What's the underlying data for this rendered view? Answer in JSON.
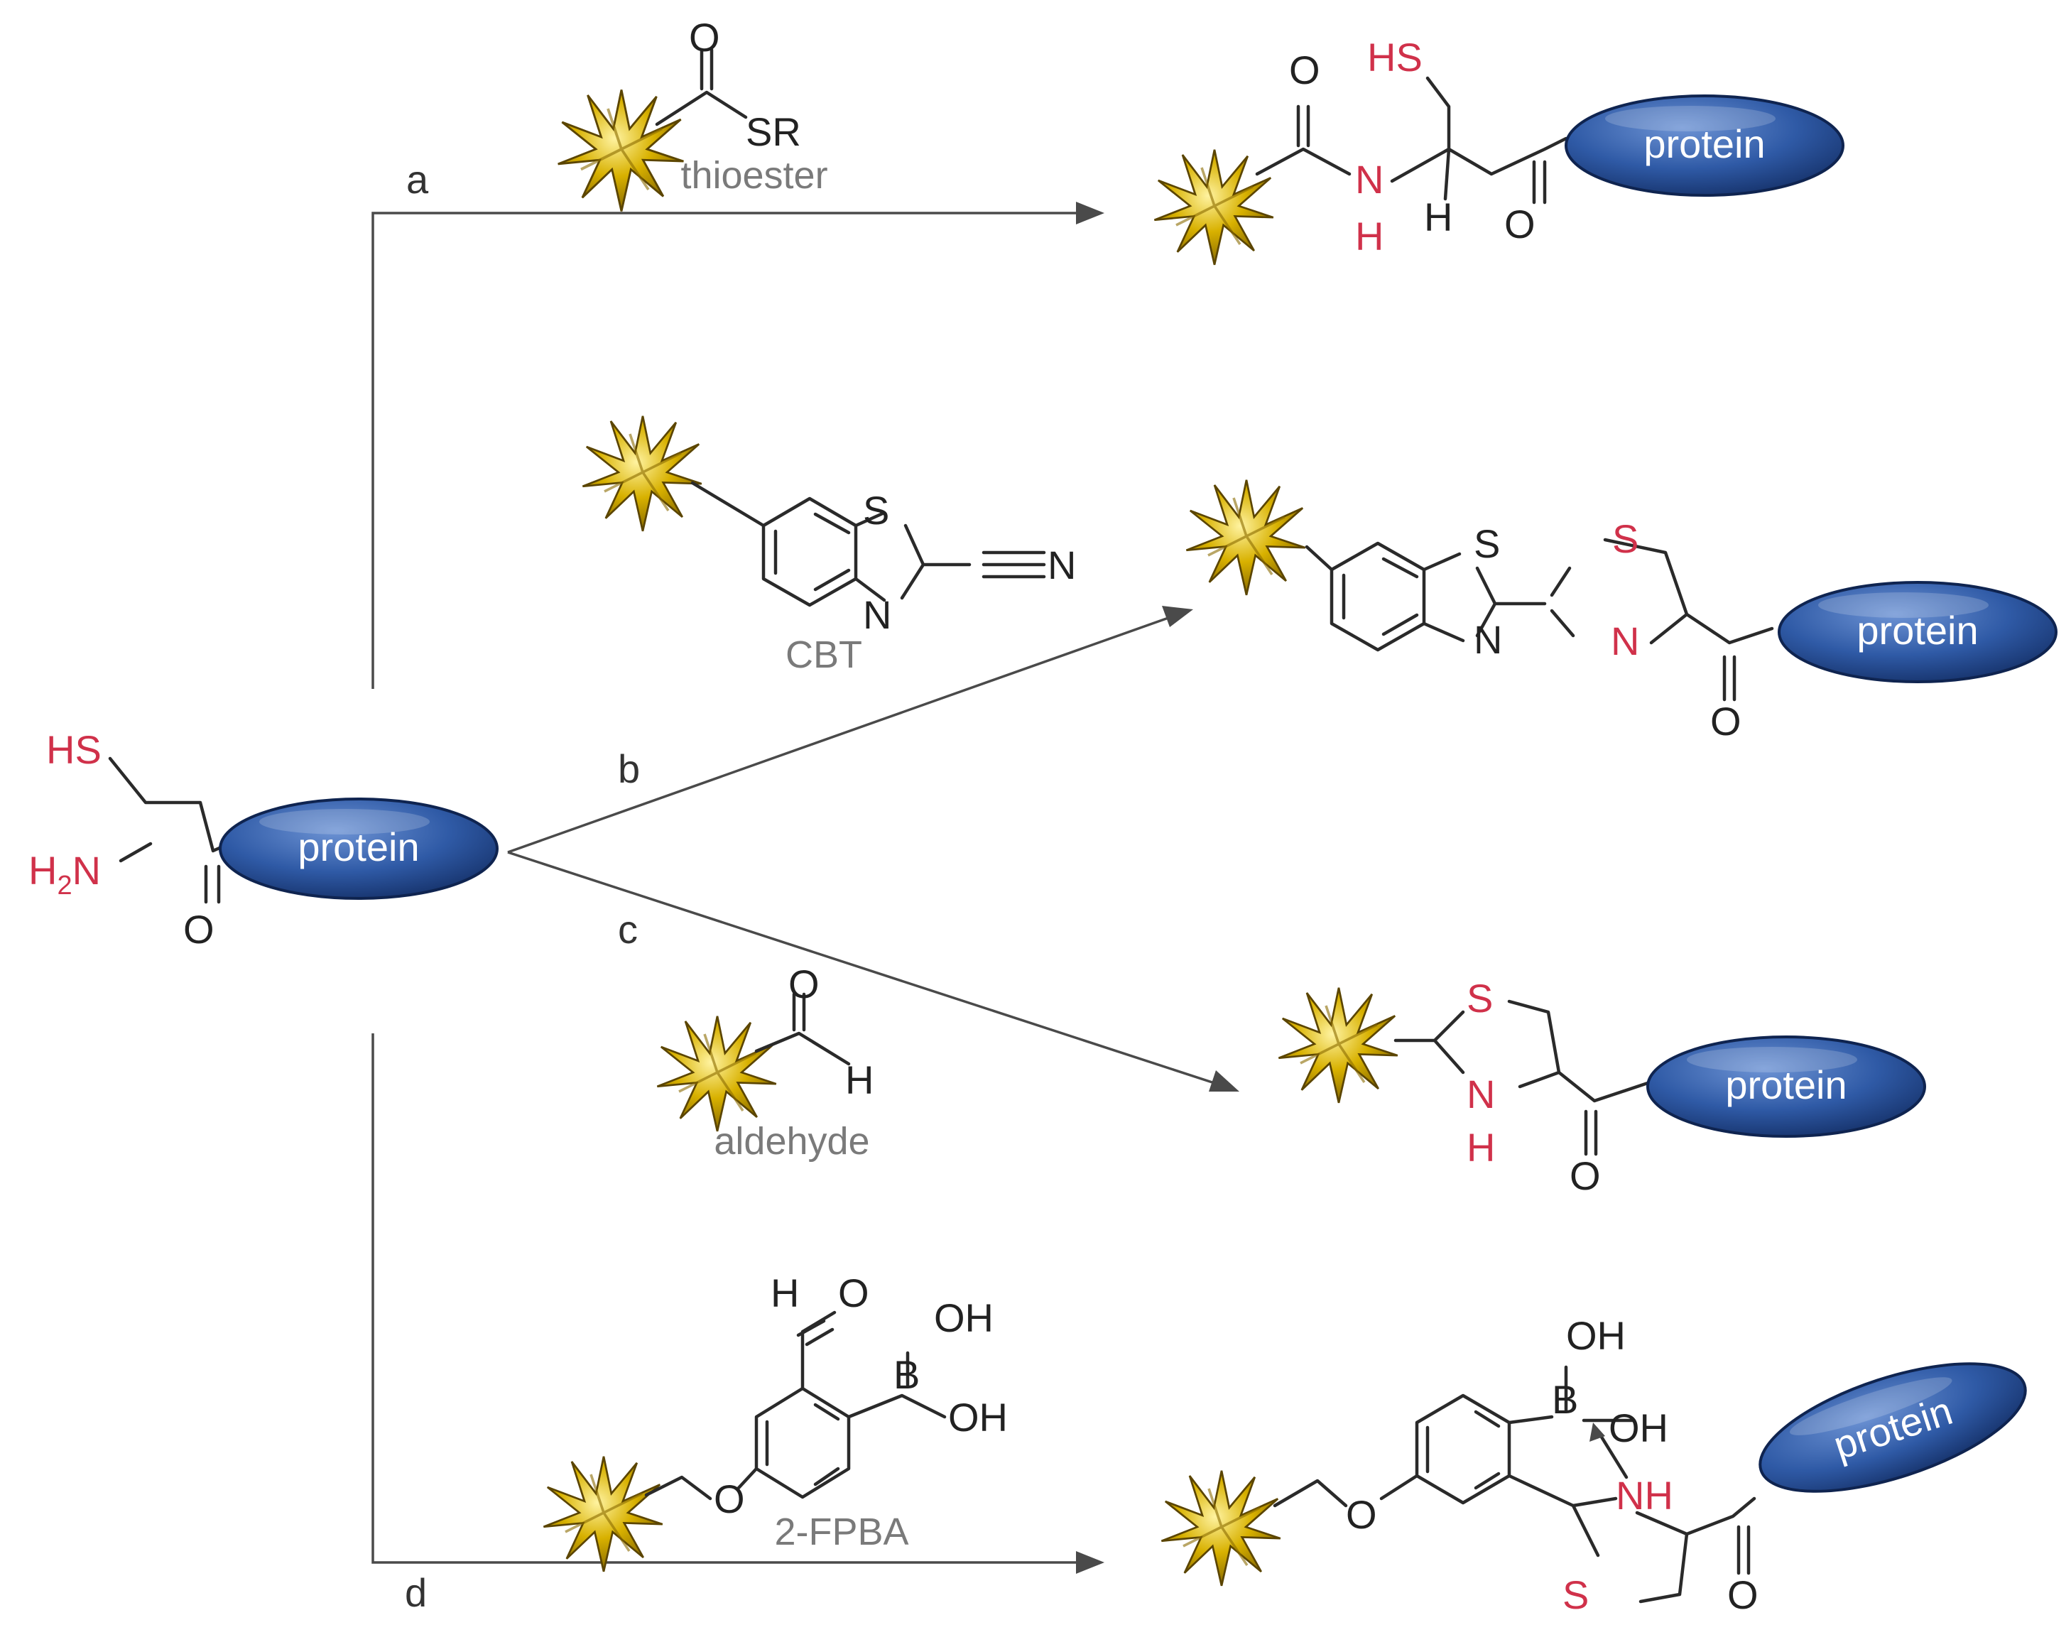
{
  "colors": {
    "heteroatom": "#d0314a",
    "protein_fill": "#2f5aa6",
    "star_fill": "#d8b100",
    "arrow": "#4a4a4a"
  },
  "protein_label": "protein",
  "start": {
    "hs": "HS",
    "h": "H",
    "two": "2",
    "n": "N",
    "o": "O"
  },
  "reactions": {
    "a": {
      "step": "a",
      "reagent": {
        "o": "O",
        "sr": "SR",
        "caption": "thioester"
      },
      "product": {
        "o_top": "O",
        "hs": "HS",
        "n": "N",
        "h_n": "H",
        "h_c": "H",
        "o_bottom": "O"
      }
    },
    "b": {
      "step": "b",
      "reagent": {
        "s": "S",
        "n_ring": "N",
        "n_nitrile": "N",
        "caption": "CBT"
      },
      "product": {
        "s1": "S",
        "n1": "N",
        "s2": "S",
        "n2": "N",
        "o": "O"
      }
    },
    "c": {
      "step": "c",
      "reagent": {
        "o": "O",
        "h": "H",
        "caption": "aldehyde"
      },
      "product": {
        "s": "S",
        "n": "N",
        "h": "H",
        "o": "O"
      }
    },
    "d": {
      "step": "d",
      "reagent": {
        "h": "H",
        "o_ald": "O",
        "oh1": "OH",
        "b": "B",
        "oh2": "OH",
        "o_ether": "O",
        "caption": "2-FPBA"
      },
      "product": {
        "oh1": "OH",
        "b": "B",
        "oh2": "OH",
        "nh": "NH",
        "o_ether": "O",
        "s": "S",
        "o": "O"
      }
    }
  }
}
